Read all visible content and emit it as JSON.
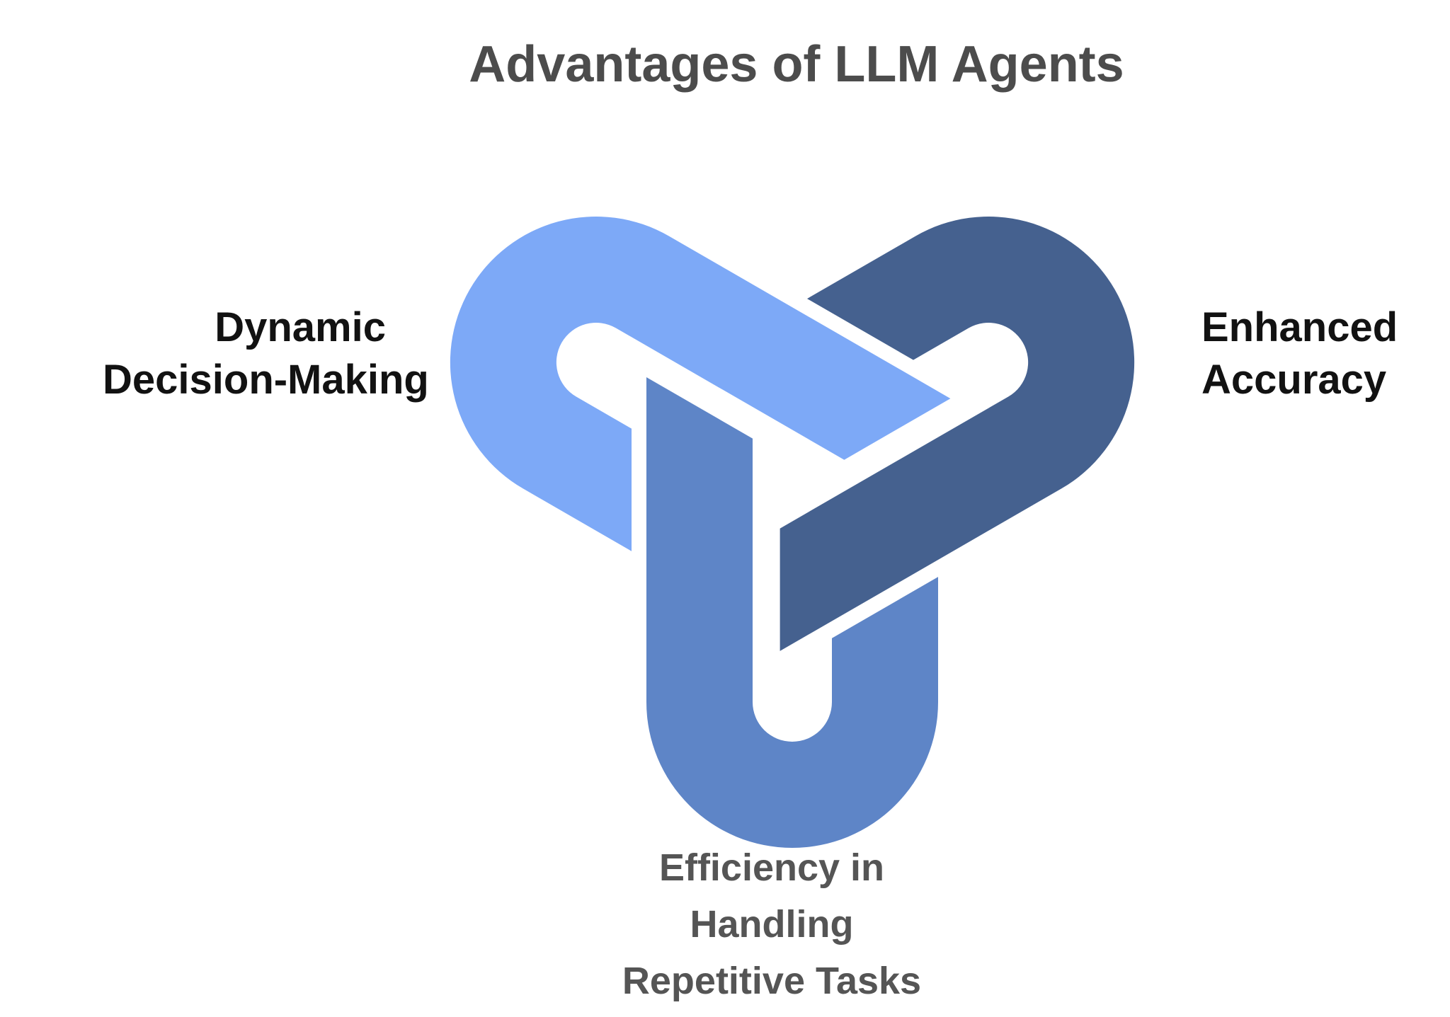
{
  "title": "Advantages of LLM Agents",
  "diagram": {
    "type": "triquetra-interlocking-knot",
    "arms": [
      {
        "id": "top-left",
        "label_side": "left",
        "color": "#7da9f7"
      },
      {
        "id": "bottom",
        "label_side": "bottom",
        "color": "#5e85c7"
      },
      {
        "id": "top-right",
        "label_side": "right",
        "color": "#45618f"
      }
    ],
    "colors": {
      "arm_top_left": "#7da9f7",
      "arm_bottom": "#5e85c7",
      "arm_top_right": "#45618f",
      "gap": "#ffffff",
      "title_text": "#4c4c4c",
      "side_label_text": "#121212",
      "bottom_label_text": "#555555",
      "background": "#ffffff"
    },
    "labels": {
      "left": {
        "line1": "Dynamic",
        "line2": "Decision-Making"
      },
      "right": {
        "line1": "Enhanced",
        "line2": "Accuracy"
      },
      "bottom": {
        "line1": "Efficiency in",
        "line2": "Handling",
        "line3": "Repetitive Tasks"
      }
    }
  }
}
